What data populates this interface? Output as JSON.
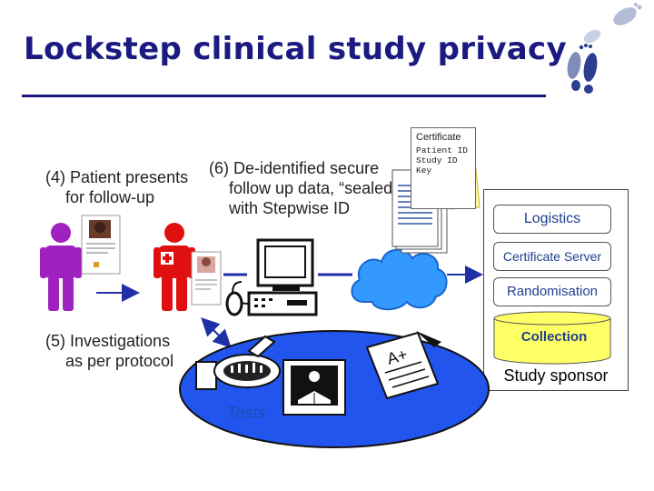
{
  "title": "Lockstep clinical study privacy",
  "captions": {
    "step4_line1": "(4) Patient presents",
    "step4_line2": "for follow-up",
    "step5_line1": "(5) Investigations",
    "step5_line2": "as per protocol",
    "step6_line1": "(6) De-identified secure",
    "step6_line2": "follow up data, “sealed”",
    "step6_line3": "with Stepwise ID"
  },
  "certificate": {
    "title": "Certificate",
    "line1": "Patient ID",
    "line2": "Study ID",
    "line3": "Key"
  },
  "sponsor": {
    "label": "Study sponsor",
    "logistics": "Logistics",
    "certificate_server": "Certificate Server",
    "randomisation": "Randomisation",
    "collection": "Collection"
  },
  "tests_label": "Tests",
  "colors": {
    "title": "#1a1a80",
    "arrow": "#1f2fa8",
    "patient": "#a020c0",
    "clinician": "#e01010",
    "cloud": "#3399ff",
    "tests_ellipse": "#2255ee",
    "collection": "#ffff66",
    "pill_text": "#1f3f8f"
  },
  "icons": [
    "footprints-icon",
    "patient-figure-icon",
    "clinician-figure-icon",
    "id-card-icon",
    "computer-icon",
    "cloud-icon",
    "document-stack-icon",
    "grade-paper-icon"
  ]
}
